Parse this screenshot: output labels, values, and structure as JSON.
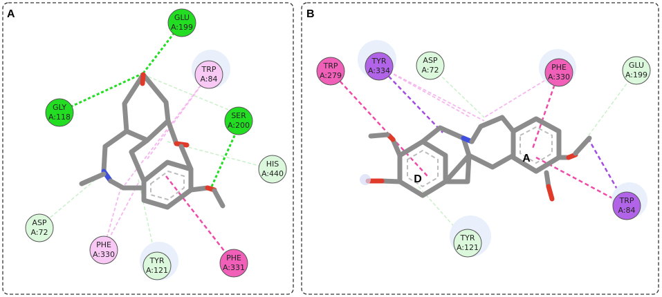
{
  "panels": [
    {
      "letter": "A",
      "residues": [
        {
          "id": "a-glu199",
          "l1": "GLU",
          "l2": "A:199",
          "color": "#22dd22"
        },
        {
          "id": "a-gly118",
          "l1": "GLY",
          "l2": "A:118",
          "color": "#22dd22"
        },
        {
          "id": "a-trp84",
          "l1": "TRP",
          "l2": "A:84",
          "color": "#f9c9f5"
        },
        {
          "id": "a-ser200",
          "l1": "SER",
          "l2": "A:200",
          "color": "#22dd22"
        },
        {
          "id": "a-his440",
          "l1": "HIS",
          "l2": "A:440",
          "color": "#dcf8dc"
        },
        {
          "id": "a-asp72",
          "l1": "ASP",
          "l2": "A:72",
          "color": "#dcf8dc"
        },
        {
          "id": "a-phe330",
          "l1": "PHE",
          "l2": "A:330",
          "color": "#f9c9f5"
        },
        {
          "id": "a-tyr121",
          "l1": "TYR",
          "l2": "A:121",
          "color": "#dcf8dc"
        },
        {
          "id": "a-phe331",
          "l1": "PHE",
          "l2": "A:331",
          "color": "#f060b8"
        }
      ]
    },
    {
      "letter": "B",
      "ring_labels": [
        "D",
        "A"
      ],
      "residues": [
        {
          "id": "b-trp279",
          "l1": "TRP",
          "l2": "A:279",
          "color": "#f060b8"
        },
        {
          "id": "b-tyr334",
          "l1": "TYR",
          "l2": "A:334",
          "color": "#b264e8"
        },
        {
          "id": "b-asp72",
          "l1": "ASP",
          "l2": "A:72",
          "color": "#dcf8dc"
        },
        {
          "id": "b-phe330",
          "l1": "PHE",
          "l2": "A:330",
          "color": "#f060b8"
        },
        {
          "id": "b-glu199",
          "l1": "GLU",
          "l2": "A:199",
          "color": "#dcf8dc"
        },
        {
          "id": "b-trp84",
          "l1": "TRP",
          "l2": "A:84",
          "color": "#b264e8"
        },
        {
          "id": "b-tyr121",
          "l1": "TYR",
          "l2": "A:121",
          "color": "#dcf8dc"
        }
      ]
    }
  ],
  "colors": {
    "hydrogen_bond": "#22dd22",
    "carbon_hydrogen_bond": "#c9f0c9",
    "pi_pi": "#ee4aa8",
    "pi_alkyl": "#f5b8ee",
    "pi_sigma": "#a44be0",
    "carbon": "#8c8c8c",
    "oxygen": "#e03a2a",
    "nitrogen": "#3e4fe0"
  }
}
